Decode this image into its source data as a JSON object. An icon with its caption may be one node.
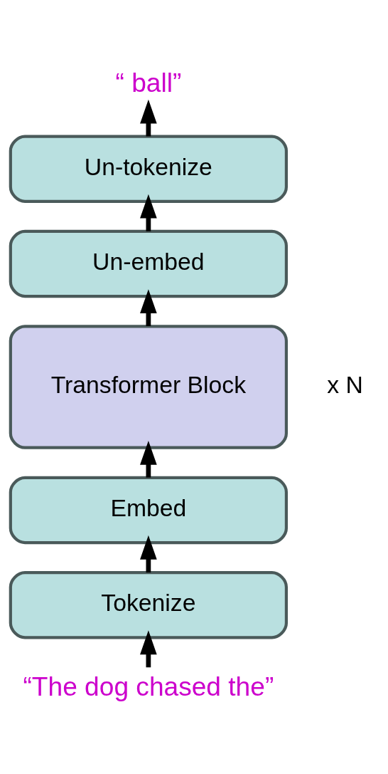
{
  "diagram": {
    "nodes": [
      {
        "text": [
          "“ ball”"
        ]
      },
      {
        "text": [
          "Un-tokenize"
        ]
      },
      {
        "text": [
          "Un-embed"
        ]
      },
      {
        "text": [
          "Transformer Block"
        ],
        "beside": [
          "x N"
        ]
      },
      {
        "text": [
          "Embed"
        ]
      },
      {
        "text": [
          "Tokenize"
        ]
      },
      {
        "text": [
          "“The dog chased the”"
        ]
      }
    ],
    "edges": [
      {
        "from": 6,
        "to": 5,
        "arrow": "to"
      },
      {
        "from": 5,
        "to": 4,
        "arrow": "to"
      },
      {
        "from": 4,
        "to": 3,
        "arrow": "to"
      },
      {
        "from": 3,
        "to": 2,
        "arrow": "to"
      },
      {
        "from": 2,
        "to": 1,
        "arrow": "to"
      },
      {
        "from": 1,
        "to": 0,
        "arrow": "to"
      }
    ]
  }
}
